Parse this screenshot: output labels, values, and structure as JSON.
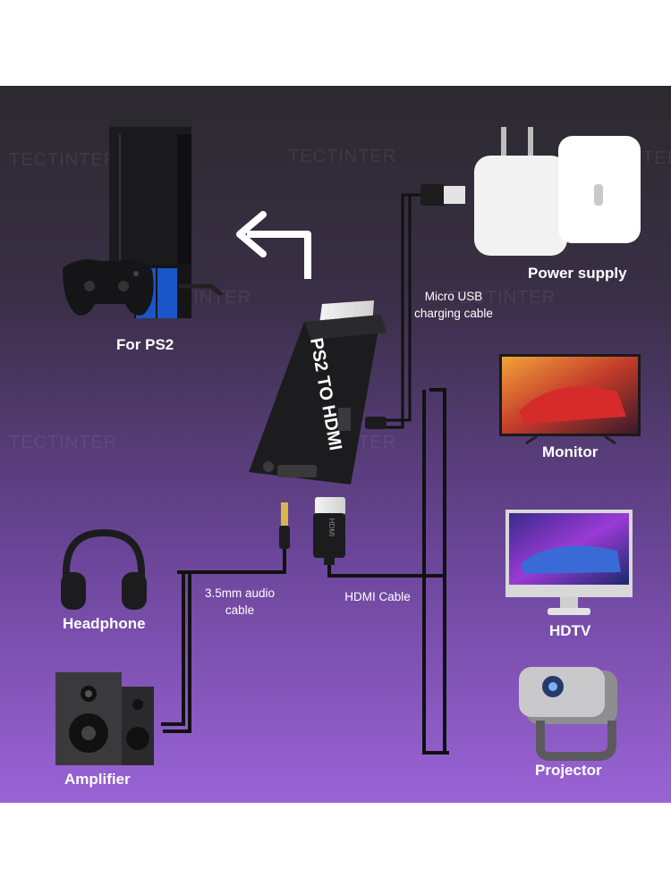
{
  "watermark": "TECTINTER",
  "adapter_text": "PS2 TO HDMI",
  "hdmi_plug_text": "HDMI",
  "devices": {
    "ps2": "For PS2",
    "power_supply": "Power supply",
    "monitor": "Monitor",
    "hdtv": "HDTV",
    "projector": "Projector",
    "headphone": "Headphone",
    "amplifier": "Amplifier"
  },
  "cables": {
    "usb_line1": "Micro USB",
    "usb_line2": "charging cable",
    "audio_line1": "3.5mm audio",
    "audio_line2": "cable",
    "hdmi": "HDMI Cable"
  },
  "colors": {
    "gradient_top": "#2b2a2e",
    "gradient_bottom": "#9a63d6",
    "cable": "#111111"
  }
}
